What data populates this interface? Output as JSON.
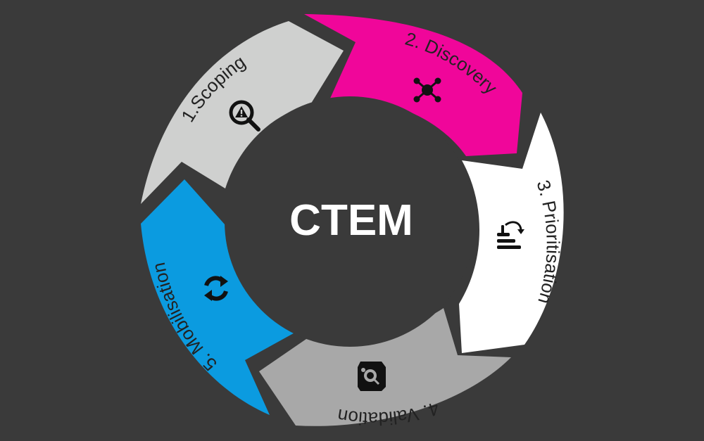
{
  "diagram": {
    "center": {
      "title": "CTEM",
      "color": "#ffffff"
    },
    "background": "#3a3a3a",
    "segments": [
      {
        "id": "scoping",
        "label": "1.Scoping",
        "color": "#cfd0cf",
        "text_color": "#222222",
        "icon": "magnifier-warning-icon"
      },
      {
        "id": "discovery",
        "label": "2. Discovery",
        "color": "#f0069a",
        "text_color": "#222222",
        "icon": "network-nodes-icon"
      },
      {
        "id": "prioritisation",
        "label": "3. Prioritisation",
        "color": "#ffffff",
        "text_color": "#222222",
        "icon": "sort-bars-icon"
      },
      {
        "id": "validation",
        "label": "4. Validation",
        "color": "#a8a8a8",
        "text_color": "#222222",
        "icon": "target-gear-icon"
      },
      {
        "id": "mobilisation",
        "label": "5. Mobilisation",
        "color": "#0b9be0",
        "text_color": "#222222",
        "icon": "refresh-cycle-icon"
      }
    ]
  }
}
